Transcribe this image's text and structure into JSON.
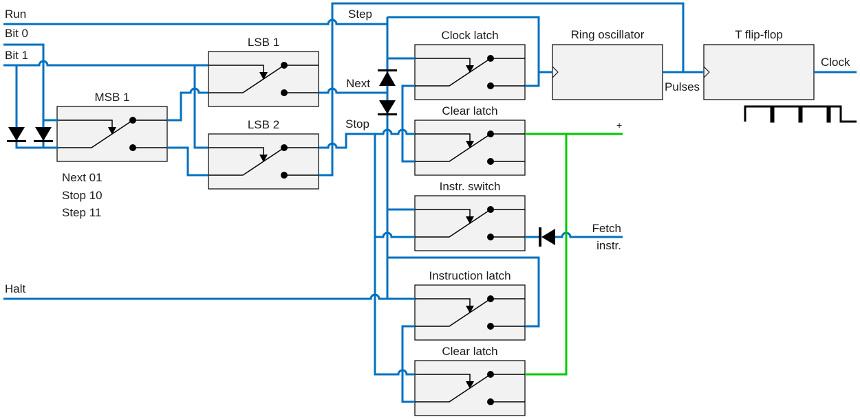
{
  "colors": {
    "wire": "#0070c0",
    "power_wire": "#00c800",
    "box_fill": "#f2f2f2"
  },
  "inputs": {
    "run": "Run",
    "bit0": "Bit 0",
    "bit1": "Bit 1",
    "halt": "Halt"
  },
  "signals": {
    "step": "Step",
    "next": "Next",
    "stop": "Stop",
    "pulses": "Pulses",
    "clock": "Clock",
    "plus": "+",
    "fetch_line1": "Fetch",
    "fetch_line2": "instr."
  },
  "legend": [
    "Next 01",
    "Stop 10",
    "Step 11"
  ],
  "blocks": {
    "msb1": "MSB 1",
    "lsb1": "LSB 1",
    "lsb2": "LSB 2",
    "clock_latch": "Clock latch",
    "clear_latch_1": "Clear latch",
    "instr_switch": "Instr. switch",
    "instruction_latch": "Instruction latch",
    "clear_latch_2": "Clear latch",
    "ring_oscillator": "Ring oscillator",
    "t_flip_flop": "T flip-flop"
  },
  "icons": {
    "diode": "diode-icon",
    "relay": "relay-switch-icon",
    "clock_input": "clock-input-triangle-icon",
    "waveform": "square-wave-icon"
  }
}
